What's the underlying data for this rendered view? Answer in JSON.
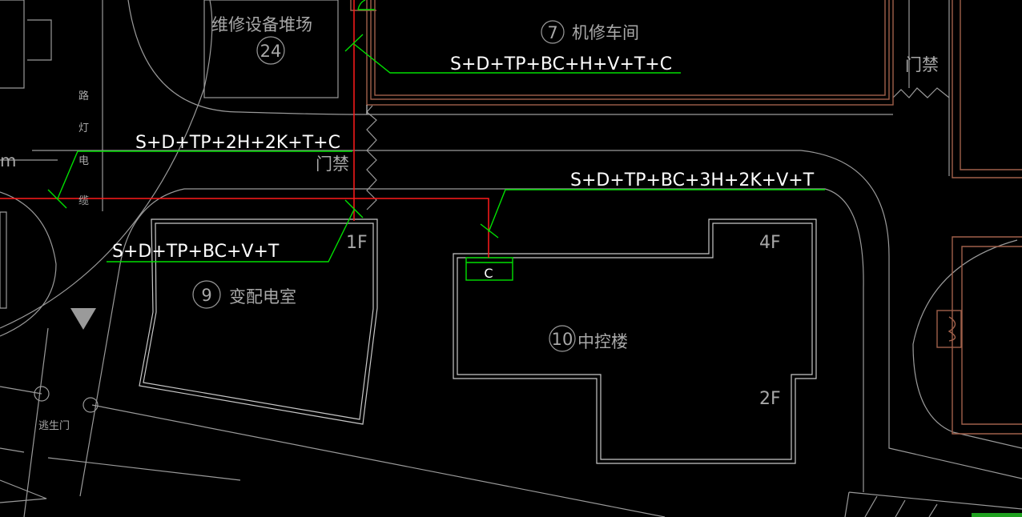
{
  "buildings": {
    "b24": {
      "number": "24",
      "name": "维修设备堆场"
    },
    "b7": {
      "number": "7",
      "name": "机修车间"
    },
    "b9": {
      "number": "9",
      "name": "变配电室",
      "floor": "1F"
    },
    "b10": {
      "number": "10",
      "name": "中控楼",
      "floor_a": "4F",
      "floor_b": "2F"
    }
  },
  "cable_labels": {
    "b7": "S+D+TP+BC+H+V+T+C",
    "road": "S+D+TP+2H+2K+T+C",
    "b10": "S+D+TP+BC+3H+2K+V+T",
    "b9": "S+D+TP+BC+V+T"
  },
  "annotations": {
    "gate_1": "门禁",
    "gate_2": "门禁",
    "road_vertical": [
      "路",
      "灯",
      "电",
      "缆"
    ],
    "escape_door": "逃生门",
    "edge_text": "m",
    "box_c": "C"
  },
  "colors": {
    "background": "#000000",
    "cable_red": "#ff1a1a",
    "leader_green": "#00e000",
    "building_brown": "#a0604a",
    "outline_gray": "#9a9a9a"
  }
}
